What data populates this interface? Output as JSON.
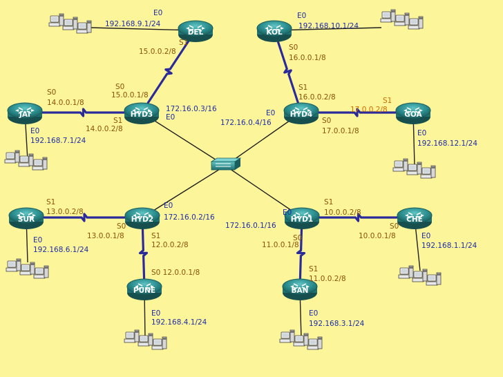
{
  "colors": {
    "background": "#fdf59a",
    "ip_blue": "#1c2ca8",
    "ip_brown": "#8a5208",
    "ip_orange": "#d16a00",
    "serial_link": "#2a2a9a",
    "ethernet_link": "#1e1e1e",
    "router_body": "#2a8c8c",
    "switch_body": "#2a8c8c"
  },
  "routers": [
    {
      "id": "DEL",
      "name": "DEL"
    },
    {
      "id": "KOL",
      "name": "KOL"
    },
    {
      "id": "JAI",
      "name": "JAI"
    },
    {
      "id": "HYD3",
      "name": "HYD3"
    },
    {
      "id": "HYD4",
      "name": "HYD4"
    },
    {
      "id": "GOA",
      "name": "GOA"
    },
    {
      "id": "SUR",
      "name": "SUR"
    },
    {
      "id": "HYD2",
      "name": "HYD2"
    },
    {
      "id": "HYD1",
      "name": "HYD1"
    },
    {
      "id": "CHE",
      "name": "CHE"
    },
    {
      "id": "PUNE",
      "name": "PUNE"
    },
    {
      "id": "BAN",
      "name": "BAN"
    }
  ],
  "labels": [
    {
      "text": "E0",
      "color": "ip_blue"
    },
    {
      "text": "192.168.9.1/24",
      "color": "ip_blue"
    },
    {
      "text": "S1",
      "color": "ip_brown"
    },
    {
      "text": "15.0.0.2/8",
      "color": "ip_brown"
    },
    {
      "text": "E0",
      "color": "ip_blue"
    },
    {
      "text": "192.168.10.1/24",
      "color": "ip_blue"
    },
    {
      "text": "S0",
      "color": "ip_brown"
    },
    {
      "text": "16.0.0.1/8",
      "color": "ip_brown"
    },
    {
      "text": "S0",
      "color": "ip_brown"
    },
    {
      "text": "14.0.0.1/8",
      "color": "ip_brown"
    },
    {
      "text": "S0",
      "color": "ip_brown"
    },
    {
      "text": "15.0.0.1/8",
      "color": "ip_brown"
    },
    {
      "text": "172.16.0.3/16",
      "color": "ip_blue"
    },
    {
      "text": "E0",
      "color": "ip_blue"
    },
    {
      "text": "S1",
      "color": "ip_brown"
    },
    {
      "text": "14.0.0.2/8",
      "color": "ip_brown"
    },
    {
      "text": "E0",
      "color": "ip_blue"
    },
    {
      "text": "192.168.7.1/24",
      "color": "ip_blue"
    },
    {
      "text": "S1",
      "color": "ip_brown"
    },
    {
      "text": "16.0.0.2/8",
      "color": "ip_brown"
    },
    {
      "text": "E0",
      "color": "ip_blue"
    },
    {
      "text": "172.16.0.4/16",
      "color": "ip_blue"
    },
    {
      "text": "S1",
      "color": "ip_orange"
    },
    {
      "text": "17.0.0.2/8",
      "color": "ip_orange"
    },
    {
      "text": "S0",
      "color": "ip_brown"
    },
    {
      "text": "17.0.0.1/8",
      "color": "ip_brown"
    },
    {
      "text": "E0",
      "color": "ip_blue"
    },
    {
      "text": "192.168.12.1/24",
      "color": "ip_blue"
    },
    {
      "text": "S1",
      "color": "ip_brown"
    },
    {
      "text": "13.0.0.2/8",
      "color": "ip_brown"
    },
    {
      "text": "E0",
      "color": "ip_blue"
    },
    {
      "text": "192.168.6.1/24",
      "color": "ip_blue"
    },
    {
      "text": "E0",
      "color": "ip_blue"
    },
    {
      "text": "172.16.0.2/16",
      "color": "ip_blue"
    },
    {
      "text": "S0",
      "color": "ip_brown"
    },
    {
      "text": "13.0.0.1/8",
      "color": "ip_brown"
    },
    {
      "text": "S1",
      "color": "ip_brown"
    },
    {
      "text": "12.0.0.2/8",
      "color": "ip_brown"
    },
    {
      "text": "S0 12.0.0.1/8",
      "color": "ip_brown"
    },
    {
      "text": "E0",
      "color": "ip_blue"
    },
    {
      "text": "192.168.4.1/24",
      "color": "ip_blue"
    },
    {
      "text": "E0",
      "color": "ip_blue"
    },
    {
      "text": "172.16.0.1/16",
      "color": "ip_blue"
    },
    {
      "text": "S1",
      "color": "ip_brown"
    },
    {
      "text": "10.0.0.2/8",
      "color": "ip_brown"
    },
    {
      "text": "S0",
      "color": "ip_brown"
    },
    {
      "text": "11.0.0.1/8",
      "color": "ip_brown"
    },
    {
      "text": "S0",
      "color": "ip_brown"
    },
    {
      "text": "10.0.0.1/8",
      "color": "ip_brown"
    },
    {
      "text": "E0",
      "color": "ip_blue"
    },
    {
      "text": "192.168.1.1/24",
      "color": "ip_blue"
    },
    {
      "text": "S1",
      "color": "ip_brown"
    },
    {
      "text": "11.0.0.2/8",
      "color": "ip_brown"
    },
    {
      "text": "E0",
      "color": "ip_blue"
    },
    {
      "text": "192.168.3.1/24",
      "color": "ip_blue"
    }
  ],
  "links": [
    {
      "from": "DEL",
      "to": "HYD3",
      "type": "serial"
    },
    {
      "from": "KOL",
      "to": "HYD4",
      "type": "serial"
    },
    {
      "from": "JAI",
      "to": "HYD3",
      "type": "serial"
    },
    {
      "from": "HYD4",
      "to": "GOA",
      "type": "serial"
    },
    {
      "from": "SUR",
      "to": "HYD2",
      "type": "serial"
    },
    {
      "from": "HYD2",
      "to": "PUNE",
      "type": "serial"
    },
    {
      "from": "HYD1",
      "to": "CHE",
      "type": "serial"
    },
    {
      "from": "HYD1",
      "to": "BAN",
      "type": "serial"
    },
    {
      "from": "HYD3",
      "to": "SWITCH",
      "type": "ethernet"
    },
    {
      "from": "HYD4",
      "to": "SWITCH",
      "type": "ethernet"
    },
    {
      "from": "HYD2",
      "to": "SWITCH",
      "type": "ethernet"
    },
    {
      "from": "HYD1",
      "to": "SWITCH",
      "type": "ethernet"
    },
    {
      "from": "DEL",
      "to": "LAN-DEL",
      "type": "ethernet"
    },
    {
      "from": "KOL",
      "to": "LAN-KOL",
      "type": "ethernet"
    },
    {
      "from": "JAI",
      "to": "LAN-JAI",
      "type": "ethernet"
    },
    {
      "from": "GOA",
      "to": "LAN-GOA",
      "type": "ethernet"
    },
    {
      "from": "SUR",
      "to": "LAN-SUR",
      "type": "ethernet"
    },
    {
      "from": "PUNE",
      "to": "LAN-PUNE",
      "type": "ethernet"
    },
    {
      "from": "CHE",
      "to": "LAN-CHE",
      "type": "ethernet"
    },
    {
      "from": "BAN",
      "to": "LAN-BAN",
      "type": "ethernet"
    }
  ],
  "lans": [
    {
      "id": "LAN-DEL"
    },
    {
      "id": "LAN-KOL"
    },
    {
      "id": "LAN-JAI"
    },
    {
      "id": "LAN-GOA"
    },
    {
      "id": "LAN-SUR"
    },
    {
      "id": "LAN-PUNE"
    },
    {
      "id": "LAN-CHE"
    },
    {
      "id": "LAN-BAN"
    }
  ]
}
